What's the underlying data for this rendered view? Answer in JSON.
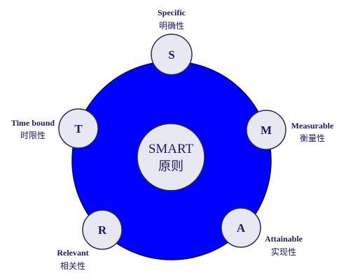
{
  "colors": {
    "main_circle_fill": "#0000ff",
    "main_circle_stroke": "#000066",
    "node_fill": "#e8e8f2",
    "node_stroke": "#2a2a55",
    "text": "#1a1a66"
  },
  "center": {
    "title": "SMART",
    "subtitle": "原则"
  },
  "nodes": {
    "s": {
      "letter": "S",
      "label_en": "Specific",
      "label_zh": "明确性"
    },
    "m": {
      "letter": "M",
      "label_en": "Measurable",
      "label_zh": "衡量性"
    },
    "a": {
      "letter": "A",
      "label_en": "Attainable",
      "label_zh": "实现性"
    },
    "r": {
      "letter": "R",
      "label_en": "Relevant",
      "label_zh": "相关性"
    },
    "t": {
      "letter": "T",
      "label_en": "Time bound",
      "label_zh": "时限性"
    }
  }
}
